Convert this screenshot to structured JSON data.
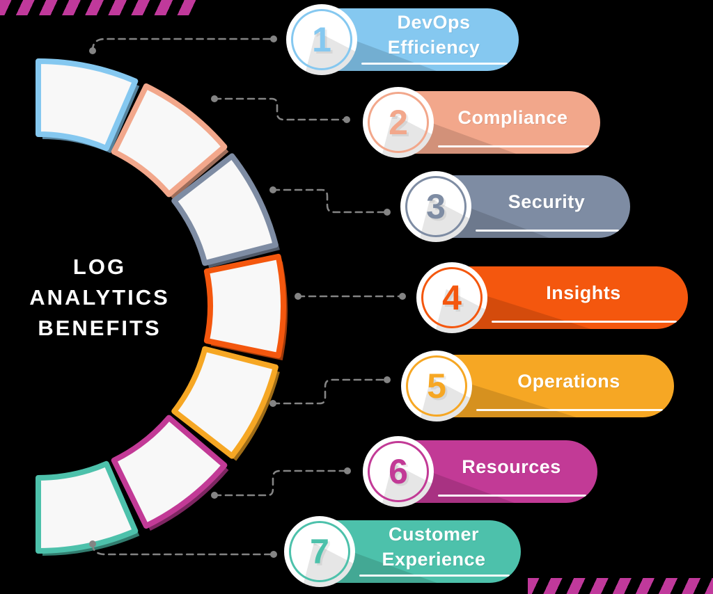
{
  "title": "LOG ANALYTICS BENEFITS",
  "background_color": "#000000",
  "connector_color": "#848484",
  "stripe_color": "#c0399b",
  "arc_fill_color": "#f8f8f8",
  "items": [
    {
      "number": "1",
      "label": "DevOps Efficiency",
      "color": "#85c8f0"
    },
    {
      "number": "2",
      "label": "Compliance",
      "color": "#f2a78b"
    },
    {
      "number": "3",
      "label": "Security",
      "color": "#7e8ca3"
    },
    {
      "number": "4",
      "label": "Insights",
      "color": "#f4570e"
    },
    {
      "number": "5",
      "label": "Operations",
      "color": "#f6a724"
    },
    {
      "number": "6",
      "label": "Resources",
      "color": "#c23a96"
    },
    {
      "number": "7",
      "label": "Customer Experience",
      "color": "#4dc1ab"
    }
  ]
}
